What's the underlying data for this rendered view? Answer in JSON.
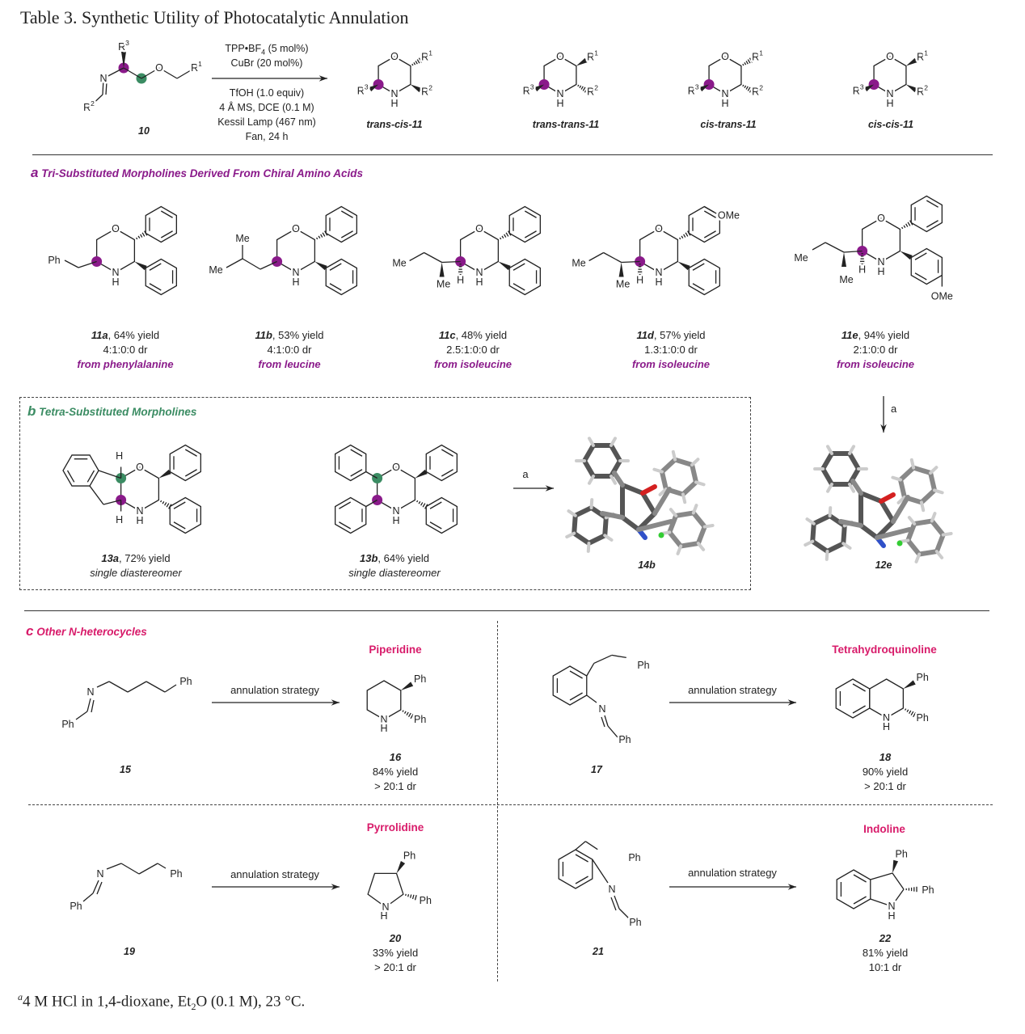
{
  "title": "Table 3. Synthetic Utility of Photocatalytic Annulation",
  "scheme": {
    "cond_1_parts": [
      "TPP•BF",
      "4",
      " (5 mol%)"
    ],
    "cond_2": "CuBr (20 mol%)",
    "cond_3": "TfOH (1.0 equiv)",
    "cond_4": "4  Å  MS, DCE (0.1 M)",
    "cond_5": "Kessil Lamp (467 nm)",
    "cond_6": "Fan, 24 h",
    "substrate_label": "10",
    "products": [
      "trans-cis-11",
      "trans-trans-11",
      "cis-trans-11",
      "cis-cis-11"
    ]
  },
  "section_a": {
    "letter": "a",
    "title": "Tri-Substituted Morpholines Derived From Chiral Amino Acids",
    "compounds": [
      {
        "id": "11a",
        "yield": ", 64% yield",
        "dr": "4:1:0:0 dr",
        "source": "from phenylalanine"
      },
      {
        "id": "11b",
        "yield": ", 53% yield",
        "dr": "4:1:0:0 dr",
        "source": "from leucine"
      },
      {
        "id": "11c",
        "yield": ", 48% yield",
        "dr": "2.5:1:0:0 dr",
        "source": "from isoleucine"
      },
      {
        "id": "11d",
        "yield": ", 57% yield",
        "dr": "1.3:1:0:0 dr",
        "source": "from isoleucine"
      },
      {
        "id": "11e",
        "yield": ", 94% yield",
        "dr": "2:1:0:0 dr",
        "source": "from isoleucine"
      }
    ]
  },
  "section_b": {
    "letter": "b",
    "title": "Tetra-Substituted Morpholines",
    "compounds": [
      {
        "id": "13a",
        "yield": ", 72% yield",
        "note": "single diastereomer"
      },
      {
        "id": "13b",
        "yield": ", 64% yield",
        "note": "single diastereomer"
      }
    ],
    "arrow_label": "a",
    "crystal_labels": [
      "14b",
      "12e"
    ]
  },
  "section_c": {
    "letter": "c",
    "title": "Other N-heterocycles",
    "arrow_label": "annulation strategy",
    "reactions": [
      {
        "class": "Piperidine",
        "reactant": "15",
        "product": "16",
        "yield": "84% yield",
        "dr": "> 20:1 dr"
      },
      {
        "class": "Tetrahydroquinoline",
        "reactant": "17",
        "product": "18",
        "yield": "90% yield",
        "dr": "> 20:1 dr"
      },
      {
        "class": "Pyrrolidine",
        "reactant": "19",
        "product": "20",
        "yield": "33% yield",
        "dr": "> 20:1 dr"
      },
      {
        "class": "Indoline",
        "reactant": "21",
        "product": "22",
        "yield": "81% yield",
        "dr": "10:1 dr"
      }
    ]
  },
  "footnote": {
    "marker": "a",
    "part1": "4 M HCl in 1,4-dioxane, Et",
    "sub": "2",
    "part2": "O (0.1 M), 23 °C."
  },
  "atoms": {
    "O": "O",
    "N": "N",
    "H": "H",
    "Ph": "Ph",
    "Me": "Me",
    "OMe": "OMe",
    "R": "R",
    "s1": "1",
    "s2": "2",
    "s3": "3"
  },
  "colors": {
    "purple": "#8a1a8a",
    "green": "#3b8c63",
    "pink": "#d81b6a",
    "crystal_gray": "#888888",
    "oxygen_red": "#d42020",
    "nitrogen_blue": "#3050c8"
  }
}
